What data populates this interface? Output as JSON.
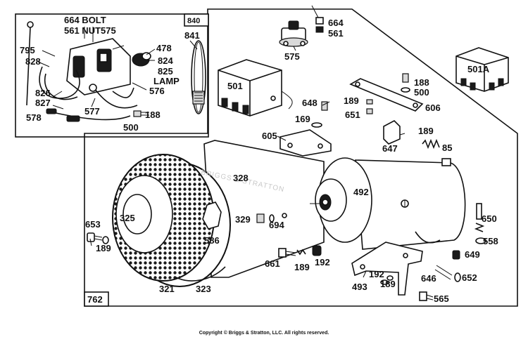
{
  "copyright": "Copyright © Briggs & Stratton, LLC. All rights reserved.",
  "watermark": "BRIGGS & STRATTON",
  "inset_box_label": "840",
  "frame_label": "762",
  "parts": [
    {
      "id": "p664bolt",
      "text": "664 BOLT"
    },
    {
      "id": "p561nut",
      "text": "561 NUT"
    },
    {
      "id": "p575a",
      "text": "575"
    },
    {
      "id": "p795",
      "text": "795"
    },
    {
      "id": "p828",
      "text": "828"
    },
    {
      "id": "p478",
      "text": "478"
    },
    {
      "id": "p824",
      "text": "824"
    },
    {
      "id": "p825",
      "text": "825"
    },
    {
      "id": "plamp",
      "text": "LAMP"
    },
    {
      "id": "p826",
      "text": "826"
    },
    {
      "id": "p827",
      "text": "827"
    },
    {
      "id": "p577",
      "text": "577"
    },
    {
      "id": "p576",
      "text": "576"
    },
    {
      "id": "p578",
      "text": "578"
    },
    {
      "id": "p188a",
      "text": "188"
    },
    {
      "id": "p500a",
      "text": "500"
    },
    {
      "id": "p841",
      "text": "841"
    },
    {
      "id": "p664",
      "text": "664"
    },
    {
      "id": "p561",
      "text": "561"
    },
    {
      "id": "p575b",
      "text": "575"
    },
    {
      "id": "p501",
      "text": "501"
    },
    {
      "id": "p501a",
      "text": "501A"
    },
    {
      "id": "p188b",
      "text": "188"
    },
    {
      "id": "p500b",
      "text": "500"
    },
    {
      "id": "p189a",
      "text": "189"
    },
    {
      "id": "p651",
      "text": "651"
    },
    {
      "id": "p606",
      "text": "606"
    },
    {
      "id": "p648",
      "text": "648"
    },
    {
      "id": "p169",
      "text": "169"
    },
    {
      "id": "p605",
      "text": "605"
    },
    {
      "id": "p647",
      "text": "647"
    },
    {
      "id": "p189b",
      "text": "189"
    },
    {
      "id": "p85",
      "text": "85"
    },
    {
      "id": "p328",
      "text": "328"
    },
    {
      "id": "p492",
      "text": "492"
    },
    {
      "id": "p325",
      "text": "325"
    },
    {
      "id": "p653",
      "text": "653"
    },
    {
      "id": "p189c",
      "text": "189"
    },
    {
      "id": "p329",
      "text": "329"
    },
    {
      "id": "p694",
      "text": "694"
    },
    {
      "id": "p586",
      "text": "586"
    },
    {
      "id": "p650",
      "text": "650"
    },
    {
      "id": "p558",
      "text": "558"
    },
    {
      "id": "p661",
      "text": "661"
    },
    {
      "id": "p189d",
      "text": "189"
    },
    {
      "id": "p192a",
      "text": "192"
    },
    {
      "id": "p649",
      "text": "649"
    },
    {
      "id": "p192b",
      "text": "192"
    },
    {
      "id": "p652",
      "text": "652"
    },
    {
      "id": "p321",
      "text": "321"
    },
    {
      "id": "p323",
      "text": "323"
    },
    {
      "id": "p493",
      "text": "493"
    },
    {
      "id": "p189e",
      "text": "189"
    },
    {
      "id": "p646",
      "text": "646"
    },
    {
      "id": "p565",
      "text": "565"
    }
  ]
}
